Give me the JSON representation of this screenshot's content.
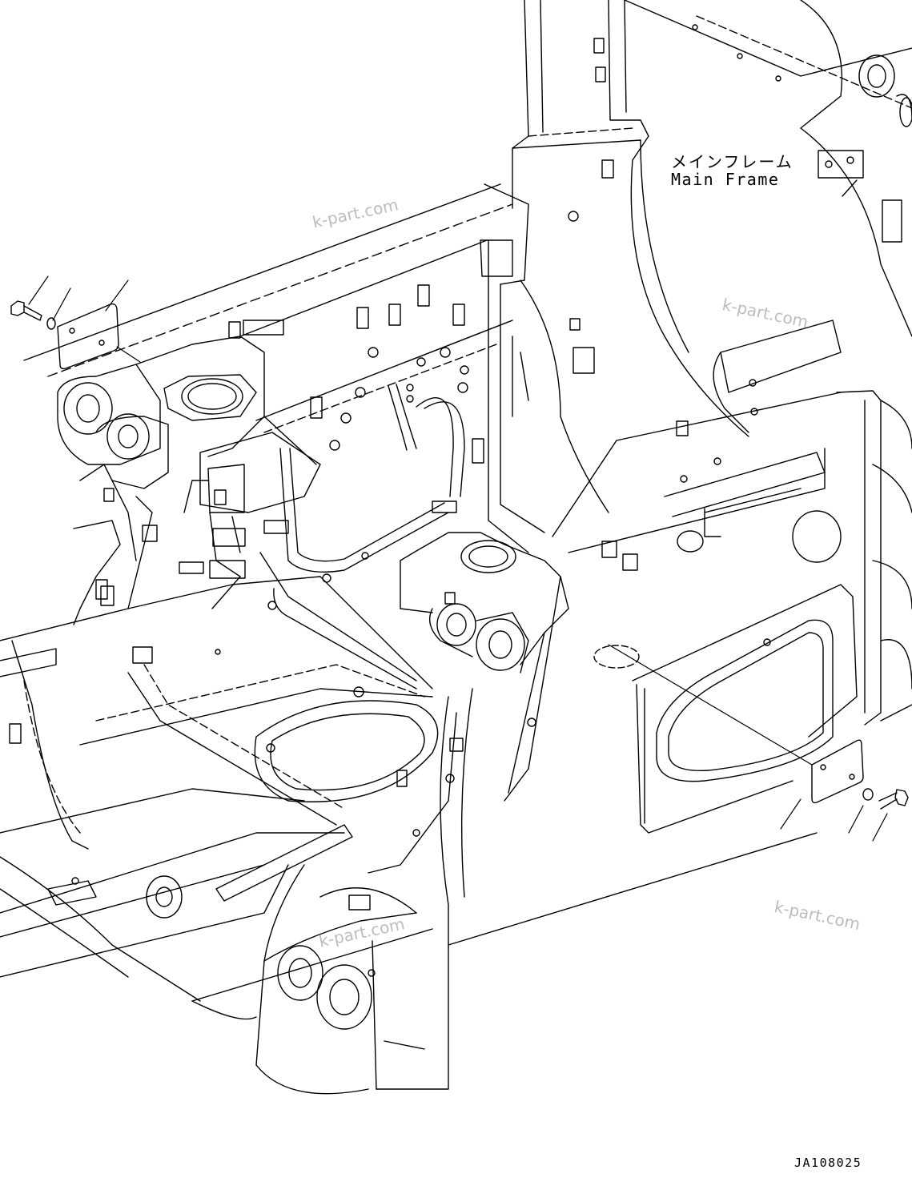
{
  "labels": {
    "part_name_jp": "メインフレーム",
    "part_name_en": "Main Frame",
    "drawing_code": "JA108025"
  },
  "watermarks": [
    "k-part.com",
    "k-part.com",
    "k-part.com",
    "k-part.com"
  ],
  "colors": {
    "line": "#000000",
    "watermark": "#bdbdbd",
    "background": "#ffffff"
  }
}
